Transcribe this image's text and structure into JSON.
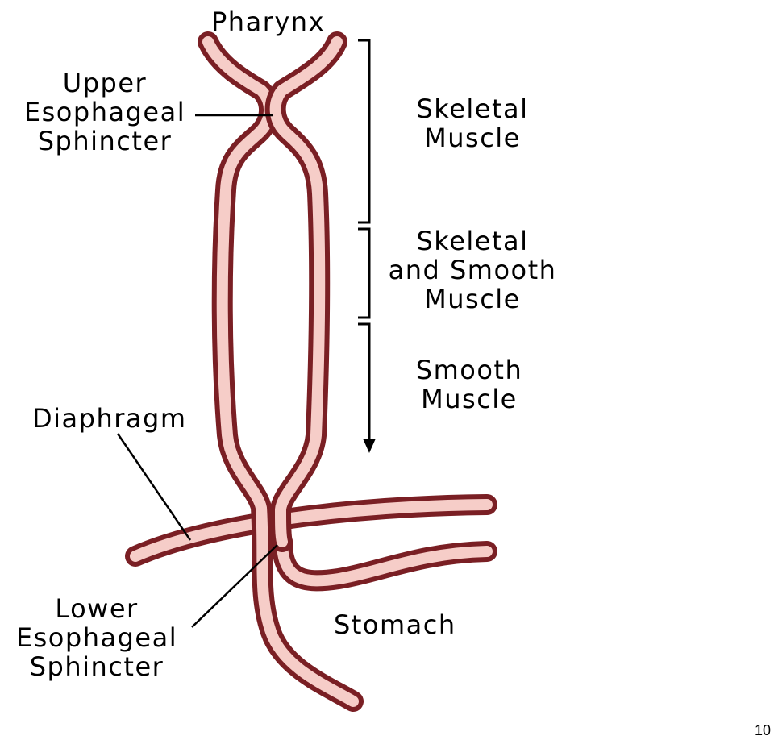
{
  "labels": {
    "pharynx": "Pharynx",
    "ues": [
      "Upper",
      "Esophageal",
      "Sphincter"
    ],
    "skeletal": [
      "Skeletal",
      "Muscle"
    ],
    "skeletal_smooth": [
      "Skeletal",
      "and Smooth",
      "Muscle"
    ],
    "smooth": [
      "Smooth",
      "Muscle"
    ],
    "diaphragm": "Diaphragm",
    "les": [
      "Lower",
      "Esophageal",
      "Sphincter"
    ],
    "stomach": "Stomach"
  },
  "page_number": "10",
  "colors": {
    "wall_dark": "#7a1f24",
    "wall_light": "#f6cdc8",
    "text": "#000000",
    "background": "#ffffff"
  }
}
